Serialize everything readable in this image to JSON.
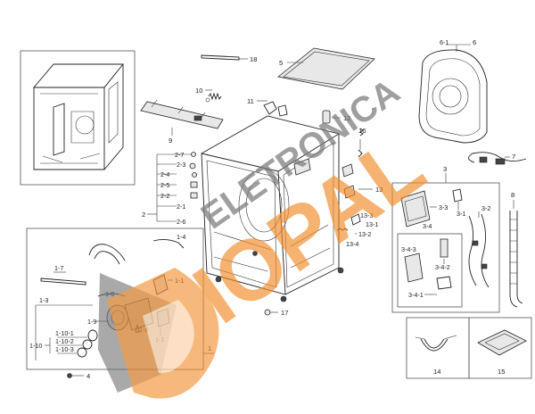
{
  "watermark": {
    "text_upper": "ELETRONICA",
    "text_lower": "IOPAL",
    "color_gray": "#7a7a7a",
    "color_orange": "#f28c28"
  },
  "labels": {
    "p18": "18",
    "p5": "5",
    "p6": "6",
    "p6_1": "6-1",
    "p10": "10",
    "p11": "11",
    "p12": "12",
    "p9": "9",
    "p16": "16",
    "p7": "7",
    "p2_7": "2-7",
    "p2_3": "2-3",
    "p2_4": "2-4",
    "p2_5": "2-5",
    "p2_2": "2-2",
    "p2_1": "2-1",
    "p2": "2",
    "p2_6": "2-6",
    "p13": "13",
    "p13_3": "13-3",
    "p13_1": "13-1",
    "p13_2": "13-2",
    "p13_4": "13-4",
    "p3": "3",
    "p3_3": "3-3",
    "p3_1": "3-1",
    "p3_2": "3-2",
    "p3_4": "3-4",
    "p3_4_3": "3-4-3",
    "p3_4_2": "3-4-2",
    "p3_4_1": "3-4-1",
    "p8": "8",
    "p1_4": "1-4",
    "p1_7": "1-7",
    "p1_1a": "1-1",
    "p1_6": "1-6",
    "p1_3": "1-3",
    "p1_9": "1-9",
    "p1_8": "1-8",
    "p1_1b": "1-1",
    "p1_10_1": "1-10-1",
    "p1_10_2": "1-10-2",
    "p1_10_3": "1-10-3",
    "p1_10": "1-10",
    "p1": "1",
    "p4": "4",
    "p17": "17",
    "p14": "14",
    "p15": "15"
  }
}
